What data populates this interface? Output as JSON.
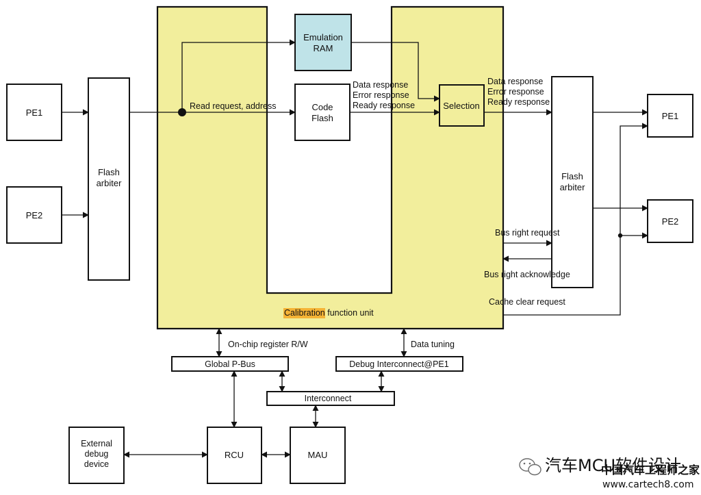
{
  "blocks": {
    "pe1_left": "PE1",
    "pe2_left": "PE2",
    "flash_arbiter_left": [
      "Flash",
      "arbiter"
    ],
    "emulation_ram": [
      "Emulation",
      "RAM"
    ],
    "code_flash": [
      "Code",
      "Flash"
    ],
    "selection": "Selection",
    "flash_arbiter_right": [
      "Flash",
      "arbiter"
    ],
    "pe1_right": "PE1",
    "pe2_right": "PE2",
    "calibration_word": "Calibration",
    "calibration_rest": " function unit",
    "global_pbus": "Global P-Bus",
    "debug_interconnect": "Debug Interconnect@PE1",
    "interconnect": "Interconnect",
    "external_debug": [
      "External",
      "debug",
      "device"
    ],
    "rcu": "RCU",
    "mau": "MAU"
  },
  "labels": {
    "read_request": "Read request, address",
    "mid_responses": [
      "Data response",
      "Error response",
      "Ready response"
    ],
    "right_responses": [
      "Data response",
      "Error response",
      "Ready response"
    ],
    "bus_right_request": "Bus right request",
    "bus_right_ack": "Bus right acknowledge",
    "cache_clear": "Cache clear request",
    "onchip_rw": "On-chip register R/W",
    "data_tuning": "Data tuning"
  },
  "watermark": {
    "channel": "汽车MCU软件设计",
    "site_cn": "中国汽车工程师之家",
    "site_url": "www.cartech8.com"
  },
  "colors": {
    "calibration_fill": "#f2ee9c",
    "emulation_ram_fill": "#bfe3e8",
    "selection_fill": "#f2ee9c",
    "highlight": "#f5b335"
  }
}
